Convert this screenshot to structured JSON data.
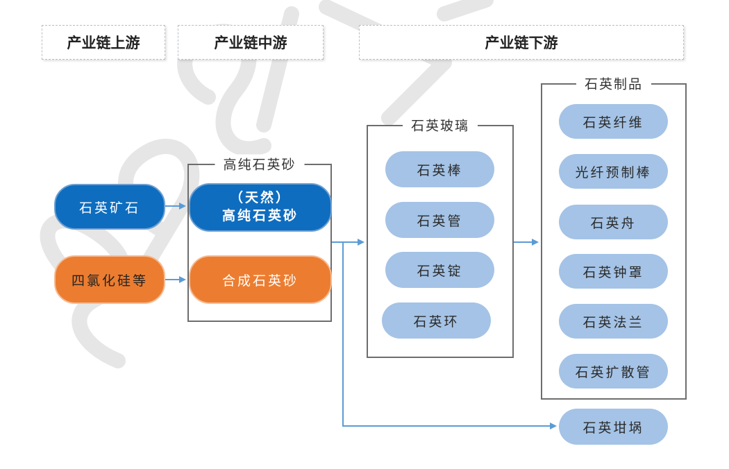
{
  "headers": {
    "upstream": "产业链上游",
    "midstream": "产业链中游",
    "downstream": "产业链下游"
  },
  "groups": {
    "high_purity_sand": "高纯石英砂",
    "quartz_glass": "石英玻璃",
    "quartz_products": "石英制品"
  },
  "upstream": {
    "quartz_ore": "石英矿石",
    "silicon_tetrachloride": "四氯化硅等"
  },
  "midstream": {
    "natural_line1": "（天然）",
    "natural_line2": "高纯石英砂",
    "synthetic": "合成石英砂"
  },
  "quartz_glass_items": [
    "石英棒",
    "石英管",
    "石英锭",
    "石英环"
  ],
  "quartz_product_items": [
    "石英纤维",
    "光纤预制棒",
    "石英舟",
    "石英钟罩",
    "石英法兰",
    "石英扩散管"
  ],
  "crucible": "石英坩埚",
  "colors": {
    "dark_blue": "#0e6dbf",
    "light_blue": "#a4c3e6",
    "orange": "#ec7d30",
    "arrow": "#5b9bd5"
  }
}
